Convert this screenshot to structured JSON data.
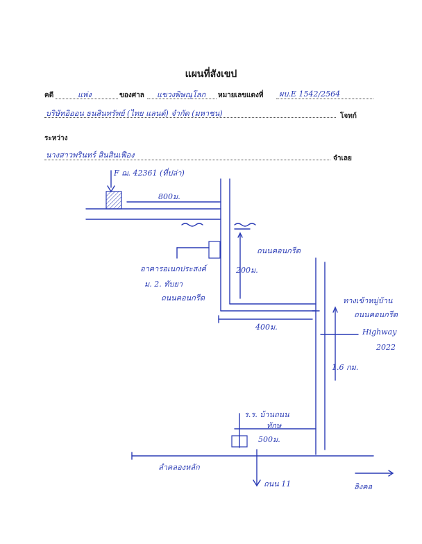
{
  "header": {
    "title": "แผนที่สังเขป",
    "case_label": "คดี",
    "case_value": "แพ่ง",
    "court_label": "ของศาล",
    "court_value": "แขวงพิษณุโลก",
    "number_label": "หมายเลขแดงที่",
    "number_value": "ผบ.E 1542/2564",
    "plaintiff_value": "บริษัทอิออน ธนสินทรัพย์ (ไทย แลนด์) จำกัด (มหาชน)",
    "plaintiff_label": "โจทก์",
    "between_label": "ระหว่าง",
    "defendant_value": "นางสาวพรินทร์ สินสินเฟือง",
    "defendant_label": "จำเลย"
  },
  "map": {
    "deed_label": "F ฌ. 42361 (ที่ปล่า)",
    "dist_800": "800ม.",
    "dist_200": "200ม.",
    "dist_400": "400ม.",
    "dist_500": "500ม.",
    "dist_16km": "1.6 กม.",
    "road_concrete_1": "ถนนคอนกรีต",
    "road_concrete_2": "ถนนคอนกรีต",
    "building_line1": "อาคารอเนกประสงค์",
    "building_line2": "ม. 2. ทับยา",
    "building_line3": "ถนนคอนกรีต",
    "highway_line1": "ทางเข้าหมู่บ้าน",
    "highway_line2": "ถนนคอนกรีต",
    "highway_line3": "Highway",
    "highway_line4": "2022",
    "school_line1": "ร.ร. บ้านถนน",
    "school_line2": "ทักษ",
    "left_label": "ลำคลองหลัก",
    "bottom_road": "ถนน 11",
    "right_bottom": "ลิงคอ"
  }
}
